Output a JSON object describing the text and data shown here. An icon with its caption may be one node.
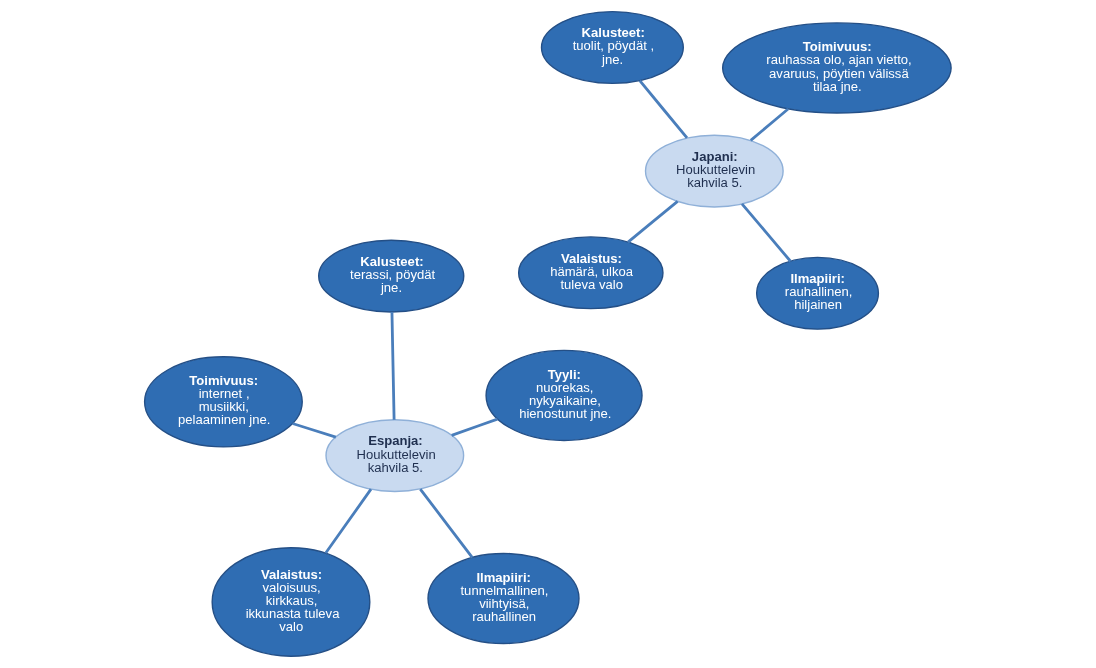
{
  "diagram": {
    "nodes": [
      {
        "text": [
          "Valaistus:",
          "valoisuus, kirkkaus, ikkunasta tuleva valo"
        ]
      },
      {
        "text": [
          "Ilmapiiri:",
          "tunnelmallinen, viihtyisä, rauhallinen"
        ]
      },
      {
        "text": [
          "Espanja:",
          "Houkuttelevin kahvila 5."
        ]
      },
      {
        "text": [
          "Kalusteet:",
          "terassi, pöydät jne."
        ]
      },
      {
        "text": [
          "Tyyli:",
          "nuorekas, nykyaikaine, hienostunut jne."
        ]
      },
      {
        "text": [
          "Toimivuus:",
          "internet , musiikki, pelaaminen jne."
        ]
      },
      {
        "text": [
          "Valaistus:",
          "hämärä, ulkoa tuleva valo"
        ]
      },
      {
        "text": [
          "Ilmapiiri:",
          "rauhallinen, hiljainen"
        ]
      },
      {
        "text": [
          "Japani:",
          "Houkuttelevin kahvila 5."
        ]
      },
      {
        "text": [
          "Kalusteet:",
          "tuolit, pöydät , jne."
        ]
      },
      {
        "text": [
          "Toimivuus:",
          "rauhassa olo, ajan vietto, avaruus, pöytien välissä tilaa jne."
        ]
      }
    ],
    "edges": [
      {
        "from": 2,
        "to": 0,
        "arrow": "none"
      },
      {
        "from": 2,
        "to": 1,
        "arrow": "none"
      },
      {
        "from": 2,
        "to": 3,
        "arrow": "none"
      },
      {
        "from": 2,
        "to": 4,
        "arrow": "none"
      },
      {
        "from": 2,
        "to": 5,
        "arrow": "none"
      },
      {
        "from": 8,
        "to": 6,
        "arrow": "none"
      },
      {
        "from": 8,
        "to": 7,
        "arrow": "none"
      },
      {
        "from": 8,
        "to": 9,
        "arrow": "none"
      },
      {
        "from": 8,
        "to": 10,
        "arrow": "none"
      }
    ]
  }
}
